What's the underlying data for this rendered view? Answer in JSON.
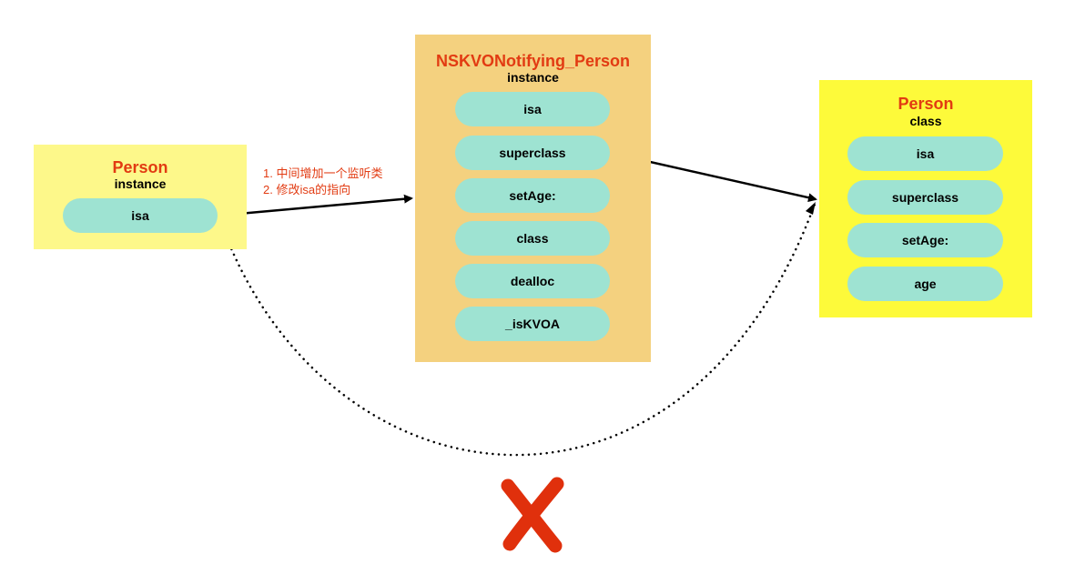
{
  "person_instance": {
    "title": "Person",
    "subtitle": "instance",
    "fields": [
      "isa"
    ]
  },
  "kvo_instance": {
    "title": "NSKVONotifying_Person",
    "subtitle": "instance",
    "fields": [
      "isa",
      "superclass",
      "setAge:",
      "class",
      "dealloc",
      "_isKVOA"
    ]
  },
  "person_class": {
    "title": "Person",
    "subtitle": "class",
    "fields": [
      "isa",
      "superclass",
      "setAge:",
      "age"
    ]
  },
  "annotation": {
    "lines": [
      "1.  中间增加一个监听类",
      "2.  修改isa的指向"
    ]
  },
  "colors": {
    "title_red": "#e23b12",
    "pill_teal": "#9ee3d2",
    "person_instance_bg": "#fdf88a",
    "kvo_bg": "#f4d17f",
    "person_class_bg": "#fdfa3a",
    "cross_red": "#e0300c"
  }
}
